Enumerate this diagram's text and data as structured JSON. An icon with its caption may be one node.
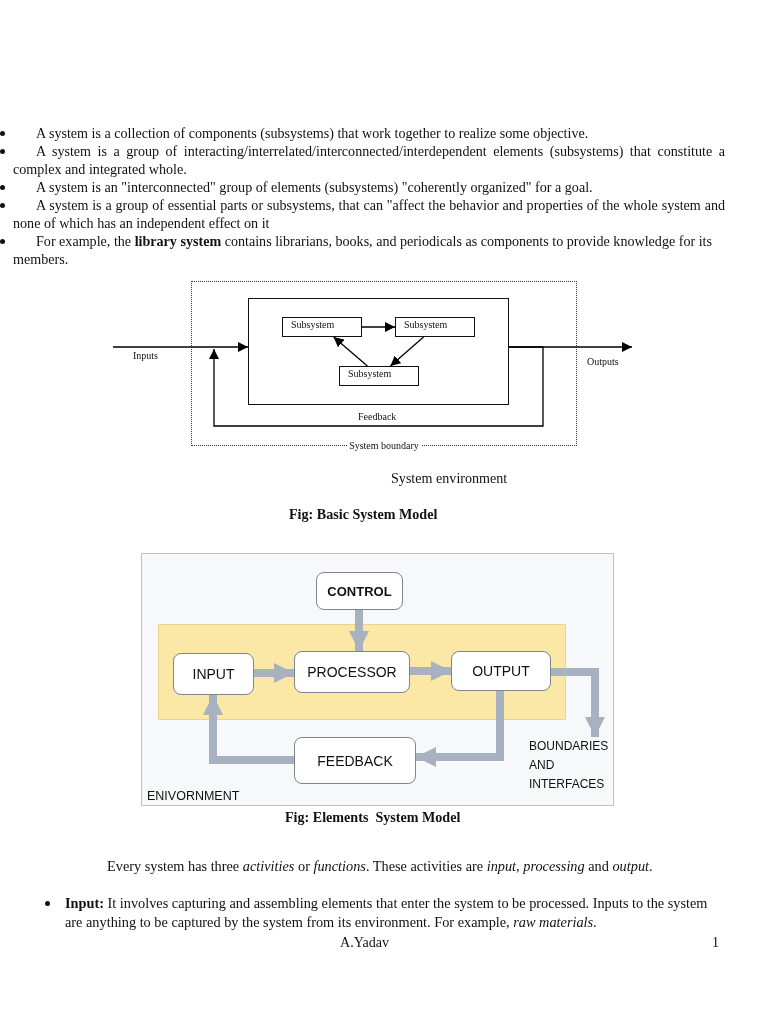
{
  "diagram": {
    "nodes": [
      {
        "text": [
          "System boundary"
        ]
      },
      {
        "text": [],
        "shape": "box",
        "in": 0
      },
      {
        "text": [
          "Subsystem"
        ],
        "in": 1
      },
      {
        "text": [
          "Subsystem"
        ],
        "in": 1
      },
      {
        "text": [
          "Subsystem"
        ],
        "in": 1
      },
      {
        "text": [
          "ENIVORNMENT"
        ]
      },
      {
        "text": [],
        "shape": "band",
        "in": 5
      },
      {
        "text": [
          "CONTROL"
        ],
        "in": 5
      },
      {
        "text": [
          "INPUT"
        ],
        "in": 6
      },
      {
        "text": [
          "PROCESSOR"
        ],
        "in": 6
      },
      {
        "text": [
          "OUTPUT"
        ],
        "in": 6
      },
      {
        "text": [
          "FEEDBACK"
        ],
        "in": 5
      },
      {
        "text": [
          "BOUNDARIES AND INTERFACES"
        ],
        "in": 5
      }
    ],
    "edges": [
      {
        "from": 2,
        "to": 3,
        "arrow": "to"
      },
      {
        "from": 3,
        "to": 4,
        "arrow": "to"
      },
      {
        "from": 4,
        "to": 2,
        "arrow": "to"
      },
      {
        "from": null,
        "to": 1,
        "label": "Inputs",
        "arrow": "to"
      },
      {
        "from": 1,
        "to": null,
        "label": "Outputs",
        "arrow": "to"
      },
      {
        "from": 1,
        "to": null,
        "label": "Feedback",
        "arrow": "to"
      },
      {
        "from": 7,
        "to": 9,
        "arrow": "to",
        "style": "thick",
        "color": "#a7b1bf"
      },
      {
        "from": 8,
        "to": 9,
        "arrow": "to",
        "style": "thick",
        "color": "#a7b1bf"
      },
      {
        "from": 9,
        "to": 10,
        "arrow": "to",
        "style": "thick",
        "color": "#a7b1bf"
      },
      {
        "from": 10,
        "to": 11,
        "arrow": "to",
        "style": "thick",
        "color": "#a7b1bf"
      },
      {
        "from": 11,
        "to": 8,
        "arrow": "to",
        "style": "thick",
        "color": "#a7b1bf"
      },
      {
        "from": 10,
        "to": 12,
        "arrow": "to",
        "style": "thick",
        "color": "#a7b1bf"
      }
    ],
    "labels": [
      "A system is a collection of components (subsystems) that work together to realize some objective.",
      "A system is a group of interacting/interrelated/interconnected/interdependent elements (subsystems) that constitute a complex and integrated whole.",
      "A system is an \"interconnected\" group of elements (subsystems) \"coherently organized\" for a goal.",
      "A system is a group of essential parts or subsystems, that can \"affect the behavior and properties of the whole system and none of which has an independent effect on it",
      "For example, the **library system** contains librarians, books, and periodicals as components to provide knowledge for its members.",
      "System environment",
      "Fig: Basic System Model",
      "Fig: Elements  System Model",
      "Every system has three *activities* or *functions*. These activities are *input, processing* and *output*.",
      "**Input:** It involves capturing and assembling elements that enter the system to be processed. Inputs to the system are anything to be captured by the system from its environment. For example, *raw materials*.",
      "A.Yadav",
      "1"
    ]
  }
}
